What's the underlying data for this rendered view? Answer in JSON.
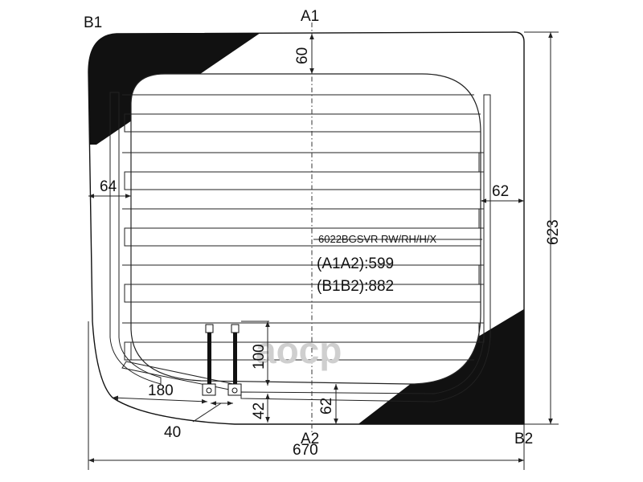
{
  "labels": {
    "a1": "A1",
    "a2": "A2",
    "b1": "B1",
    "b2": "B2"
  },
  "dimensions": {
    "top_gap": "60",
    "left_gap": "64",
    "right_gap": "62",
    "height": "623",
    "width": "670",
    "bottom_left": "180",
    "bottom_small": "40",
    "heater_height": "100",
    "bottom_42": "42",
    "bottom_62": "62"
  },
  "part": {
    "code": "6022BGSVR RW/RH/H/X",
    "a1a2": "(A1A2):599",
    "b1b2": "(B1B2):882"
  },
  "watermark": "aocp"
}
